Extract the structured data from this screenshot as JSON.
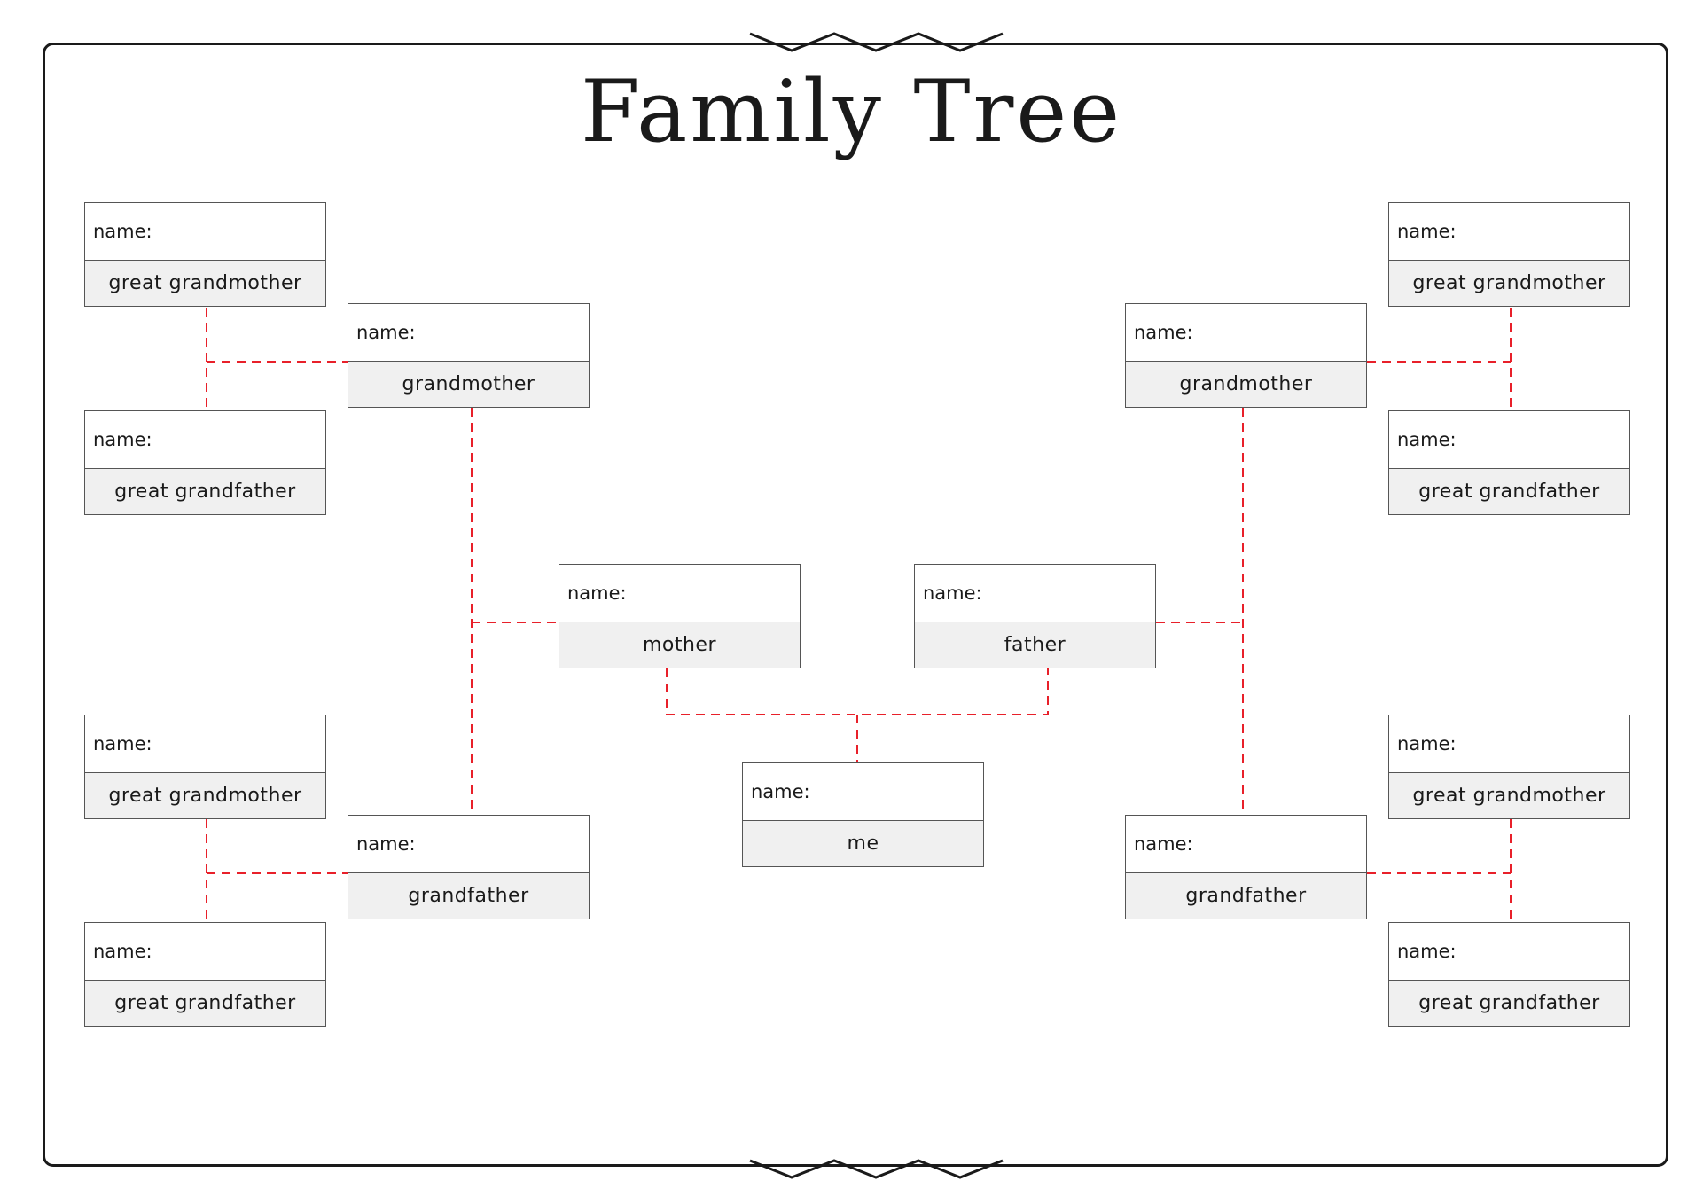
{
  "title": "Family Tree",
  "colors": {
    "connector": "#e8202a",
    "border": "#1a1a1a",
    "label_bg": "#f0f0f0"
  },
  "name_label": "name:",
  "members": [
    {
      "id": "great-grandmother-1",
      "role": "great grandmother",
      "name": ""
    },
    {
      "id": "great-grandfather-1",
      "role": "great grandfather",
      "name": ""
    },
    {
      "id": "grandmother-maternal",
      "role": "grandmother",
      "name": ""
    },
    {
      "id": "great-grandmother-2",
      "role": "great grandmother",
      "name": ""
    },
    {
      "id": "great-grandfather-2",
      "role": "great grandfather",
      "name": ""
    },
    {
      "id": "grandfather-maternal",
      "role": "grandfather",
      "name": ""
    },
    {
      "id": "mother",
      "role": "mother",
      "name": ""
    },
    {
      "id": "father",
      "role": "father",
      "name": ""
    },
    {
      "id": "me",
      "role": "me",
      "name": ""
    },
    {
      "id": "grandmother-paternal",
      "role": "grandmother",
      "name": ""
    },
    {
      "id": "great-grandmother-3",
      "role": "great grandmother",
      "name": ""
    },
    {
      "id": "great-grandfather-3",
      "role": "great grandfather",
      "name": ""
    },
    {
      "id": "grandfather-paternal",
      "role": "grandfather",
      "name": ""
    },
    {
      "id": "great-grandmother-4",
      "role": "great grandmother",
      "name": ""
    },
    {
      "id": "great-grandfather-4",
      "role": "great grandfather",
      "name": ""
    }
  ]
}
